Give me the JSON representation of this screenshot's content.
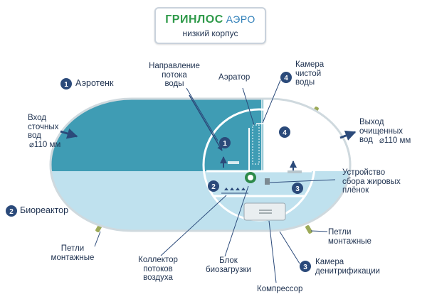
{
  "brand": {
    "name": "ГРИНЛОС",
    "model": "АЭРО",
    "subtitle": "низкий корпус"
  },
  "labels": {
    "aerotank": "Аэротенк",
    "bioreactor": "Биореактор",
    "direction": "Направление\nпотока\nводы",
    "aerator": "Аэратор",
    "clean_chamber": "Камера\nчистой\nводы",
    "inlet": "Вход\nсточных\nвод",
    "inlet_size": "⌀110 мм",
    "outlet": "Выход\nочищенных\nвод",
    "outlet_size": "⌀110 мм",
    "fat_device": "Устройство\nсбора жировых\nплёнок",
    "loops_left": "Петли\nмонтажные",
    "loops_right": "Петли\nмонтажные",
    "collector": "Коллектор\nпотоков\nвоздуха",
    "bioload": "Блок\nбиозагрузки",
    "denitrification": "Камера\nденитрификации",
    "compressor": "Компрессор"
  },
  "badges": {
    "b1_left": "1",
    "b2_left": "2",
    "b3_right": "3",
    "b4_top": "4",
    "in1": "1",
    "in2": "2",
    "in3": "3",
    "in4": "4"
  },
  "colors": {
    "dark_blue": "#2f6f96",
    "teal_top": "#3f9cb4",
    "light_blue": "#bfe1ee",
    "badge": "#2b4a7a",
    "text": "#1f3250",
    "loop": "#9caa58"
  }
}
